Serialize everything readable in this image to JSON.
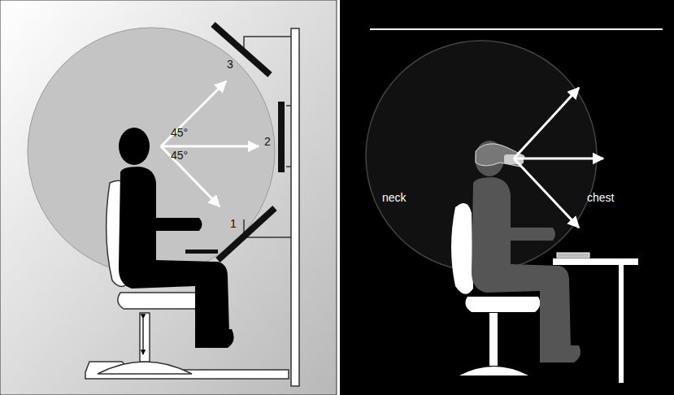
{
  "diagram": {
    "labels": [
      "3",
      "45°",
      "2",
      "45°",
      "1",
      "neck",
      "chest"
    ]
  }
}
